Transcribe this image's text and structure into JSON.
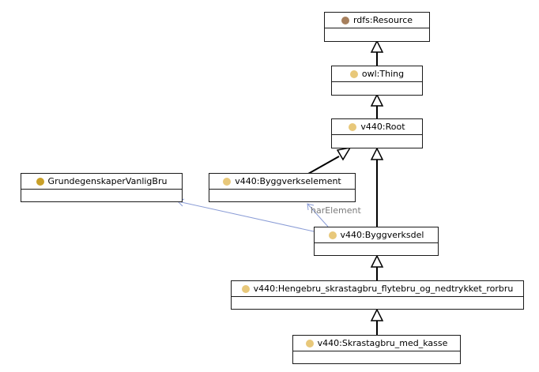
{
  "colors": {
    "resource_dot": "#a67f5c",
    "thing_dot": "#e8c87a",
    "class_dot": "#e8c87a",
    "datatype_dot": "#c9a028",
    "edge_black": "#000000",
    "edge_blue": "#8a9cd6",
    "edge_label": "#7a7a7a"
  },
  "nodes": {
    "resource": {
      "label": "rdfs:Resource",
      "icon": "class-circle-icon"
    },
    "thing": {
      "label": "owl:Thing",
      "icon": "class-circle-icon"
    },
    "root": {
      "label": "v440:Root",
      "icon": "class-circle-icon"
    },
    "byggverkselement": {
      "label": "v440:Byggverkselement",
      "icon": "class-circle-icon"
    },
    "grunnegenskaper": {
      "label": "GrundegenskaperVanligBru",
      "icon": "class-circle-icon"
    },
    "byggverksdel": {
      "label": "v440:Byggverksdel",
      "icon": "class-circle-icon"
    },
    "hengebru": {
      "label": "v440:Hengebru_skrastagbru_flytebru_og_nedtrykket_rorbru",
      "icon": "class-circle-icon"
    },
    "skrastagbru": {
      "label": "v440:Skrastagbru_med_kasse",
      "icon": "class-circle-icon"
    }
  },
  "edges": {
    "har_element_label": "harElement"
  }
}
